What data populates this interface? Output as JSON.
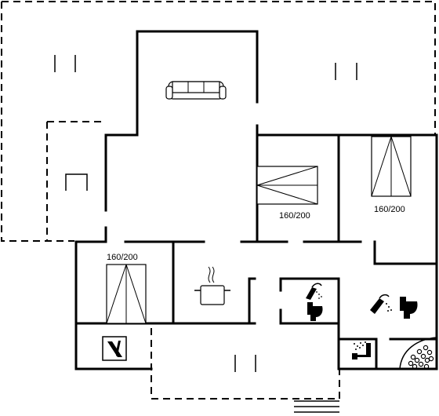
{
  "bed_labels": {
    "bedroom_1": "160/200",
    "bedroom_2": "160/200",
    "bedroom_3": "160/200"
  },
  "icons": {
    "sofa": "sofa-icon",
    "stove": "cooking-pot-icon",
    "shower": "shower-icon",
    "toilet": "toilet-icon",
    "sauna": "sauna-icon",
    "whirlpool": "whirlpool-icon",
    "washer": "washing-machine-icon"
  },
  "colors": {
    "line": "#000000",
    "background": "#ffffff"
  }
}
